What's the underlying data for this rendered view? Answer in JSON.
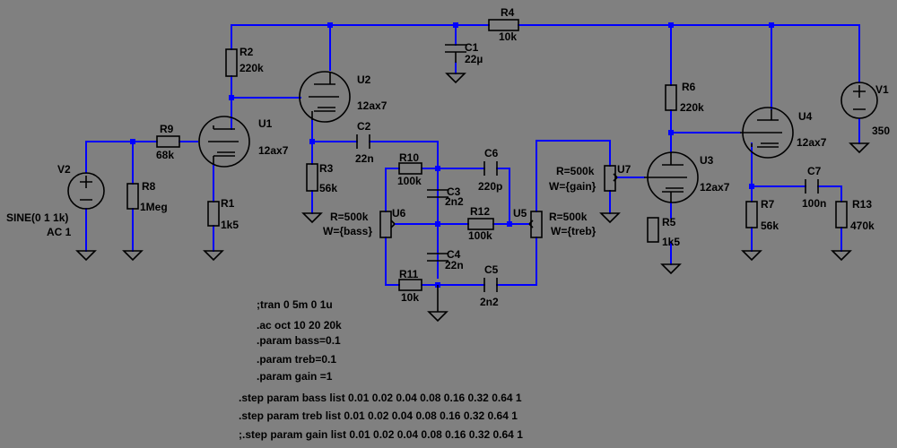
{
  "components": {
    "R1": {
      "name": "R1",
      "value": "1k5"
    },
    "R2": {
      "name": "R2",
      "value": "220k"
    },
    "R3": {
      "name": "R3",
      "value": "56k"
    },
    "R4": {
      "name": "R4",
      "value": "10k"
    },
    "R5": {
      "name": "R5",
      "value": "1k5"
    },
    "R6": {
      "name": "R6",
      "value": "220k"
    },
    "R7": {
      "name": "R7",
      "value": "56k"
    },
    "R8": {
      "name": "R8",
      "value": "1Meg"
    },
    "R9": {
      "name": "R9",
      "value": "68k"
    },
    "R10": {
      "name": "R10",
      "value": "100k"
    },
    "R11": {
      "name": "R11",
      "value": "10k"
    },
    "R12": {
      "name": "R12",
      "value": "100k"
    },
    "R13": {
      "name": "R13",
      "value": "470k"
    },
    "C1": {
      "name": "C1",
      "value": "22µ"
    },
    "C2": {
      "name": "C2",
      "value": "22n"
    },
    "C3": {
      "name": "C3",
      "value": "2n2"
    },
    "C4": {
      "name": "C4",
      "value": "22n"
    },
    "C5": {
      "name": "C5",
      "value": "2n2"
    },
    "C6": {
      "name": "C6",
      "value": "220p"
    },
    "C7": {
      "name": "C7",
      "value": "100n"
    },
    "U1": {
      "name": "U1",
      "value": "12ax7"
    },
    "U2": {
      "name": "U2",
      "value": "12ax7"
    },
    "U3": {
      "name": "U3",
      "value": "12ax7"
    },
    "U4": {
      "name": "U4",
      "value": "12ax7"
    },
    "U5": {
      "name": "U5",
      "r": "R=500k",
      "w": "W={treb}"
    },
    "U6": {
      "name": "U6",
      "r": "R=500k",
      "w": "W={bass}"
    },
    "U7": {
      "name": "U7",
      "r": "R=500k",
      "w": "W={gain}"
    },
    "V1": {
      "name": "V1",
      "value": "350"
    },
    "V2": {
      "name": "V2",
      "value1": "SINE(0 1 1k)",
      "value2": "AC 1"
    }
  },
  "directives": [
    ";tran 0 5m 0 1u",
    ".ac oct 10 20 20k",
    ".param bass=0.1",
    ".param treb=0.1",
    ".param gain =1"
  ],
  "step_directives": [
    ".step param bass list 0.01 0.02 0.04 0.08 0.16 0.32 0.64 1",
    ".step param treb list 0.01 0.02 0.04 0.08 0.16 0.32 0.64 1",
    ";.step param gain list 0.01 0.02 0.04 0.08 0.16 0.32 0.64 1"
  ],
  "colors": {
    "background": "#808080",
    "wire": "#0000ff",
    "component": "#000000"
  }
}
